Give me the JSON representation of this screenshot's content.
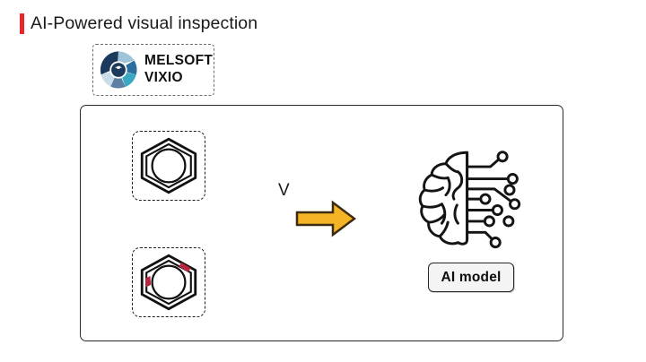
{
  "page": {
    "background_color": "#ffffff",
    "title": "AI-Powered visual inspection",
    "accent_color": "#e8272c"
  },
  "logo": {
    "icon_name": "aperture-eye-icon",
    "line1": "MELSOFT",
    "line2": "VIXIO",
    "colors": {
      "dark_navy": "#1b3a5c",
      "mid_blue": "#2a6f9e",
      "teal": "#3aa8c1",
      "light_blue": "#9fc4da",
      "pale_blue": "#c9dcea",
      "steel": "#5c7fa3"
    }
  },
  "diagram": {
    "samples": [
      {
        "id": "sample-ok",
        "icon_name": "hex-nut-icon",
        "status": "good",
        "defects": []
      },
      {
        "id": "sample-ng",
        "icon_name": "hex-nut-defect-icon",
        "status": "defective",
        "defect_color": "#b8253f",
        "defects": [
          "upper-right-edge",
          "left-edge"
        ]
      }
    ],
    "v_marker": "V",
    "arrow": {
      "icon_name": "right-arrow-icon",
      "fill": "#f5b425",
      "stroke": "#3d2c10"
    },
    "model": {
      "icon_name": "ai-brain-circuit-icon",
      "label": "AI model",
      "chip_fill": "#f4f4f4",
      "chip_stroke": "#262626"
    }
  }
}
